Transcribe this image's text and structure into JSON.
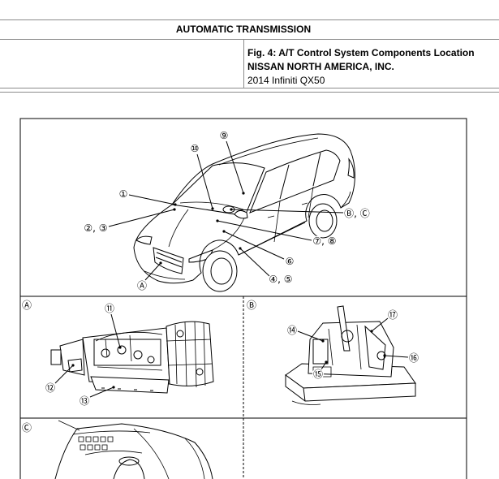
{
  "header": {
    "title": "AUTOMATIC TRANSMISSION"
  },
  "caption": {
    "figure_title": "Fig. 4: A/T Control System Components Location",
    "publisher": "NISSAN NORTH AMERICA, INC.",
    "vehicle": "2014 Infiniti QX50"
  },
  "figure": {
    "overview": {
      "c1": "①",
      "c2_3": "②, ③",
      "c4_5": "④, ⑤",
      "c6": "⑥",
      "c7_8": "⑦, ⑧",
      "c9": "⑨",
      "c10": "⑩",
      "cBC": "Ⓑ, Ⓒ",
      "cA": "Ⓐ"
    },
    "panel_a": {
      "label": "Ⓐ",
      "c11": "⑪",
      "c12": "⑫",
      "c13": "⑬"
    },
    "panel_b": {
      "label": "Ⓑ",
      "c14": "⑭",
      "c15": "⑮",
      "c16": "⑯",
      "c17": "⑰"
    },
    "panel_c": {
      "label": "Ⓒ"
    }
  },
  "colors": {
    "ink": "#000000",
    "rule": "#8c8c8c"
  }
}
